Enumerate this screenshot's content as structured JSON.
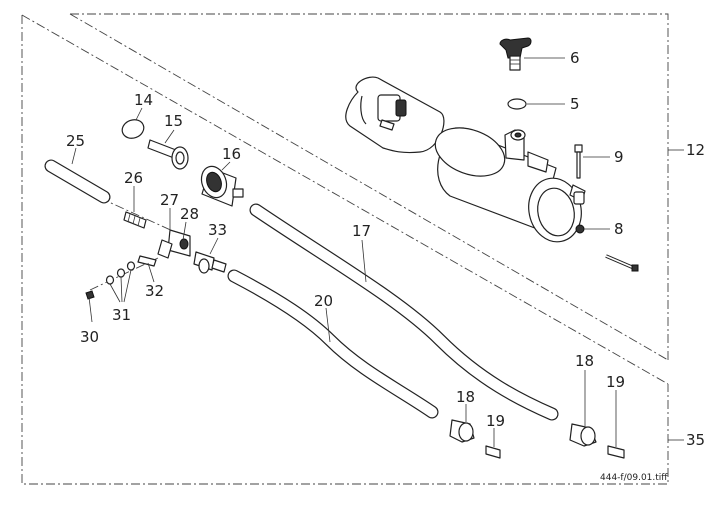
{
  "file_code": "444-f/09.01.tiff",
  "callouts": {
    "c5": "5",
    "c6": "6",
    "c8": "8",
    "c9": "9",
    "c12": "12",
    "c14": "14",
    "c15": "15",
    "c16": "16",
    "c17": "17",
    "c18a": "18",
    "c18b": "18",
    "c19a": "19",
    "c19b": "19",
    "c20": "20",
    "c25": "25",
    "c26": "26",
    "c27": "27",
    "c28": "28",
    "c30": "30",
    "c31": "31",
    "c32": "32",
    "c33": "33",
    "c35": "35"
  }
}
